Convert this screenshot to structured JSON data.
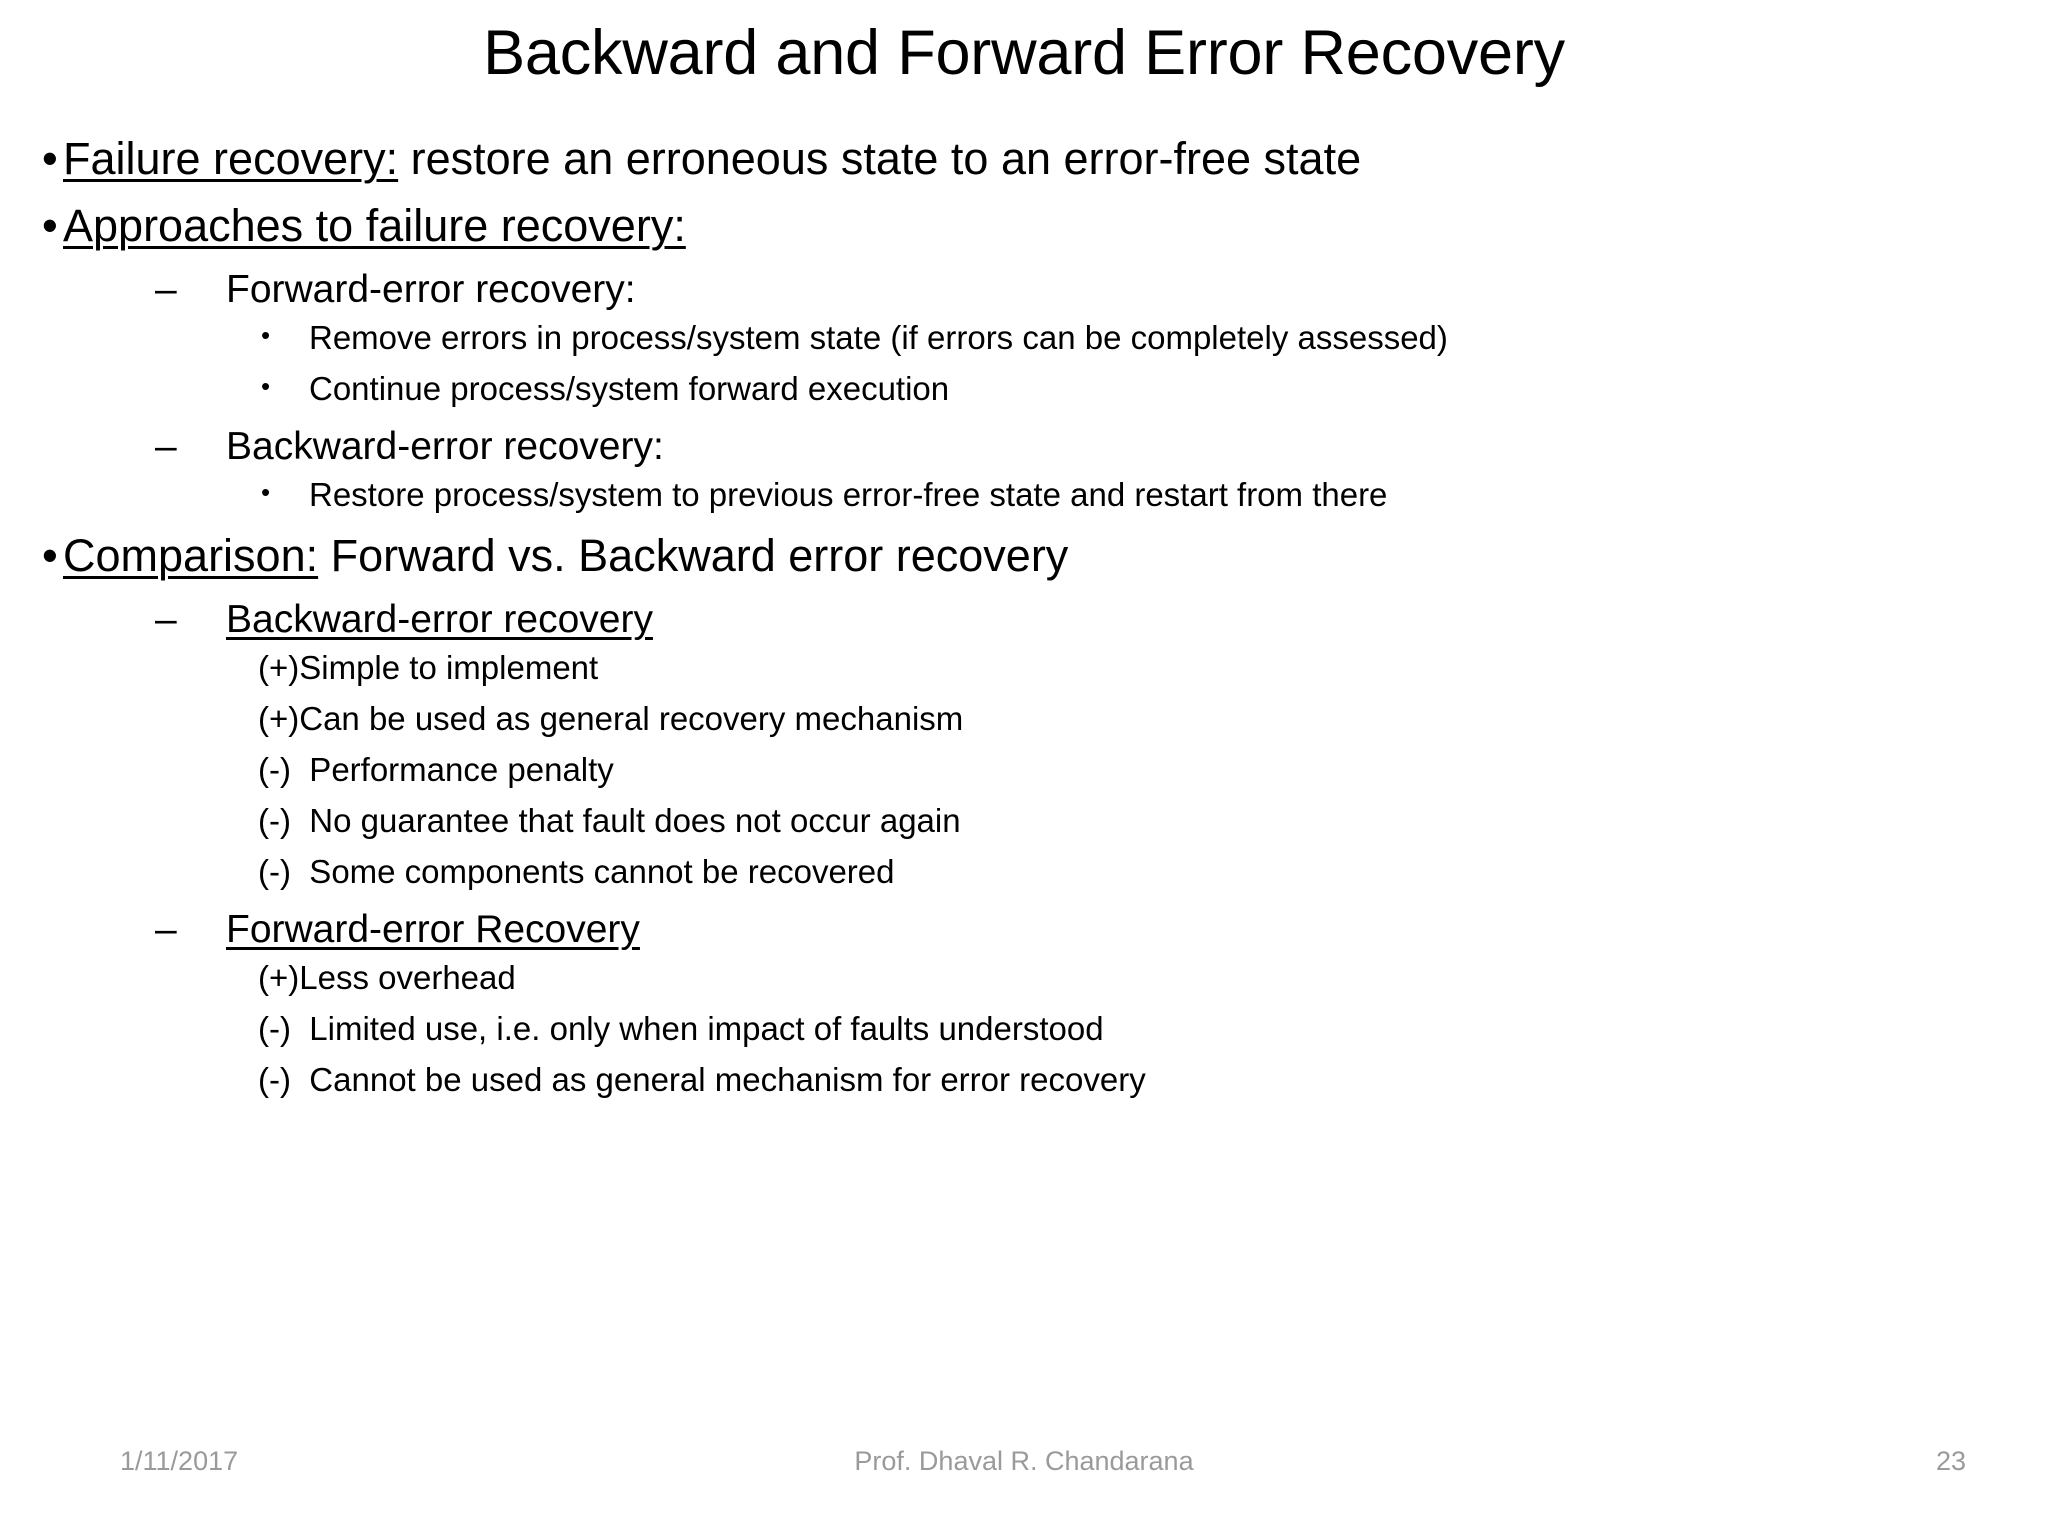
{
  "slide": {
    "title": "Backward and Forward Error Recovery",
    "content": [
      {
        "level": 1,
        "marker": "•",
        "underlined_prefix": "Failure recovery:",
        "rest": " restore an erroneous state to an error-free state"
      },
      {
        "level": 1,
        "marker": "•",
        "underlined_prefix": "Approaches to failure recovery:",
        "rest": ""
      },
      {
        "level": 2,
        "marker": "–",
        "text": "Forward-error recovery:"
      },
      {
        "level": 3,
        "marker": "•",
        "text": "Remove errors in process/system state (if errors can be completely assessed)"
      },
      {
        "level": 3,
        "marker": "•",
        "text": "Continue process/system forward execution"
      },
      {
        "level": 2,
        "marker": "–",
        "text": "Backward-error recovery:"
      },
      {
        "level": 3,
        "marker": "•",
        "text": "Restore process/system to previous error-free state and restart from there"
      },
      {
        "level": 1,
        "marker": "•",
        "underlined_prefix": "Comparison:",
        "rest": " Forward vs. Backward error recovery"
      },
      {
        "level": 2,
        "marker": "–",
        "underlined_prefix": "Backward-error recovery",
        "rest": ""
      },
      {
        "level": 4,
        "marker": "",
        "text": "(+)Simple to implement"
      },
      {
        "level": 4,
        "marker": "",
        "text": "(+)Can be used as general recovery mechanism"
      },
      {
        "level": 4,
        "marker": "",
        "text": "(-)  Performance penalty"
      },
      {
        "level": 4,
        "marker": "",
        "text": "(-)  No guarantee that fault does not occur again"
      },
      {
        "level": 4,
        "marker": "",
        "text": "(-)  Some components cannot be recovered"
      },
      {
        "level": 2,
        "marker": "–",
        "underlined_prefix": "Forward-error Recovery",
        "rest": ""
      },
      {
        "level": 4,
        "marker": "",
        "text": "(+)Less overhead"
      },
      {
        "level": 4,
        "marker": "",
        "text": "(-)  Limited use, i.e. only when impact of faults understood"
      },
      {
        "level": 4,
        "marker": "",
        "text": "(-)  Cannot be used as general mechanism for error recovery"
      }
    ]
  },
  "footer": {
    "date": "1/11/2017",
    "author": "Prof. Dhaval R. Chandarana",
    "page_number": "23",
    "color": "#9a9a9a"
  },
  "colors": {
    "background": "#ffffff",
    "text": "#000000",
    "footer_text": "#9a9a9a"
  }
}
